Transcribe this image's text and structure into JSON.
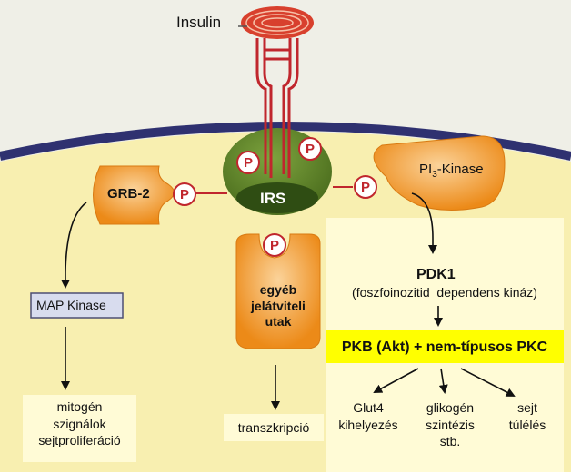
{
  "labels": {
    "insulin": "Insulin",
    "irs": "IRS",
    "grb2": "GRB-2",
    "pi3_prefix": "PI",
    "pi3_sub": "3",
    "pi3_suffix": "-Kinase",
    "map_kinase": "MAP Kinase",
    "other_pathways": [
      "egyéb",
      "jelátviteli",
      "utak"
    ],
    "pdk1": "PDK1",
    "pdk1_full": "(foszfoinozitid  dependens kináz)",
    "pkb": "PKB (Akt) + nem-típusos PKC",
    "mitogen": [
      "mitogén",
      "szignálok",
      "sejtproliferáció"
    ],
    "transcription": "transzkripció",
    "glut4": [
      "Glut4",
      "kihelyezés"
    ],
    "glycogen": [
      "glikogén",
      "szintézis",
      "stb."
    ],
    "survival": [
      "sejt",
      "túlélés"
    ],
    "phospho": "P"
  },
  "colors": {
    "extracellular": "#efefe7",
    "cytoplasm": "#f8efb0",
    "membrane": "#2f3170",
    "receptor": "#c0262d",
    "irs_body": "#5c7f2a",
    "irs_core": "#2f4d13",
    "orange": "#f08e1d",
    "highlight": "#ffff00",
    "box_light": "#fffbd6"
  }
}
